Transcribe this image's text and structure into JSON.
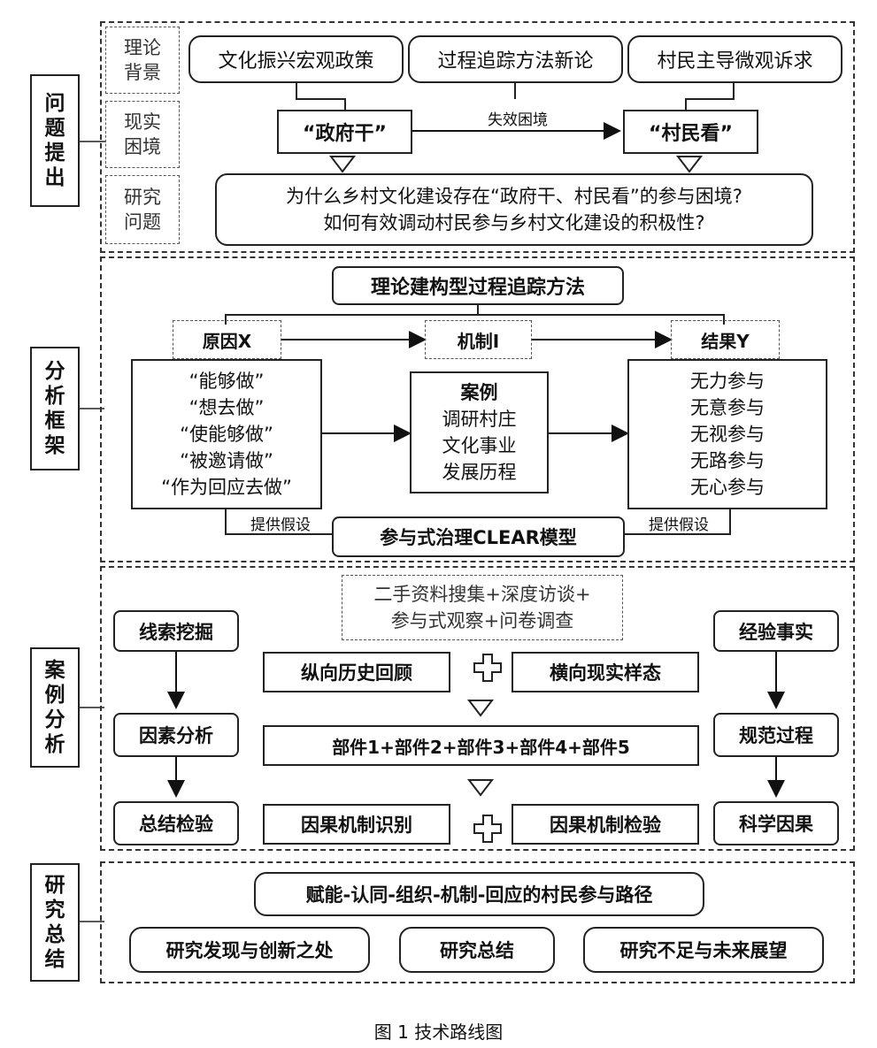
{
  "section1": {
    "side_label": "问题提出",
    "left_labels": [
      "理论背景",
      "现实困境",
      "研究问题"
    ],
    "top_boxes": [
      "文化振兴宏观政策",
      "过程追踪方法新论",
      "村民主导微观诉求"
    ],
    "gov": "“政府干”",
    "vil": "“村民看”",
    "arrow_label": "失效困境",
    "question_line1": "为什么乡村文化建设存在“政府干、村民看”的参与困境?",
    "question_line2": "如何有效调动村民参与乡村文化建设的积极性?"
  },
  "section2": {
    "side_label": "分析框架",
    "title": "理论建构型过程追踪方法",
    "cause": "原因X",
    "mechanism": "机制I",
    "result": "结果Y",
    "cause_items": [
      "“能够做”",
      "“想去做”",
      "“使能够做”",
      "“被邀请做”",
      "“作为回应去做”"
    ],
    "case_title": "案例",
    "case_items": [
      "调研村庄",
      "文化事业",
      "发展历程"
    ],
    "result_items": [
      "无力参与",
      "无意参与",
      "无视参与",
      "无路参与",
      "无心参与"
    ],
    "provide_left": "提供假设",
    "provide_right": "提供假设",
    "model": "参与式治理CLEAR模型"
  },
  "section3": {
    "side_label": "案例分析",
    "methods_line1": "二手资料搜集+深度访谈+",
    "methods_line2": "参与式观察+问卷调查",
    "left_steps": [
      "线索挖掘",
      "因素分析",
      "总结检验"
    ],
    "right_steps": [
      "经验事实",
      "规范过程",
      "科学因果"
    ],
    "row1_left": "纵向历史回顾",
    "row1_right": "横向现实样态",
    "parts": "部件1+部件2+部件3+部件4+部件5",
    "row3_left": "因果机制识别",
    "row3_right": "因果机制检验"
  },
  "section4": {
    "side_label": "研究总结",
    "path": "赋能-认同-组织-机制-回应的村民参与路径",
    "items": [
      "研究发现与创新之处",
      "研究总结",
      "研究不足与未来展望"
    ]
  },
  "caption": "图 1 技术路线图"
}
